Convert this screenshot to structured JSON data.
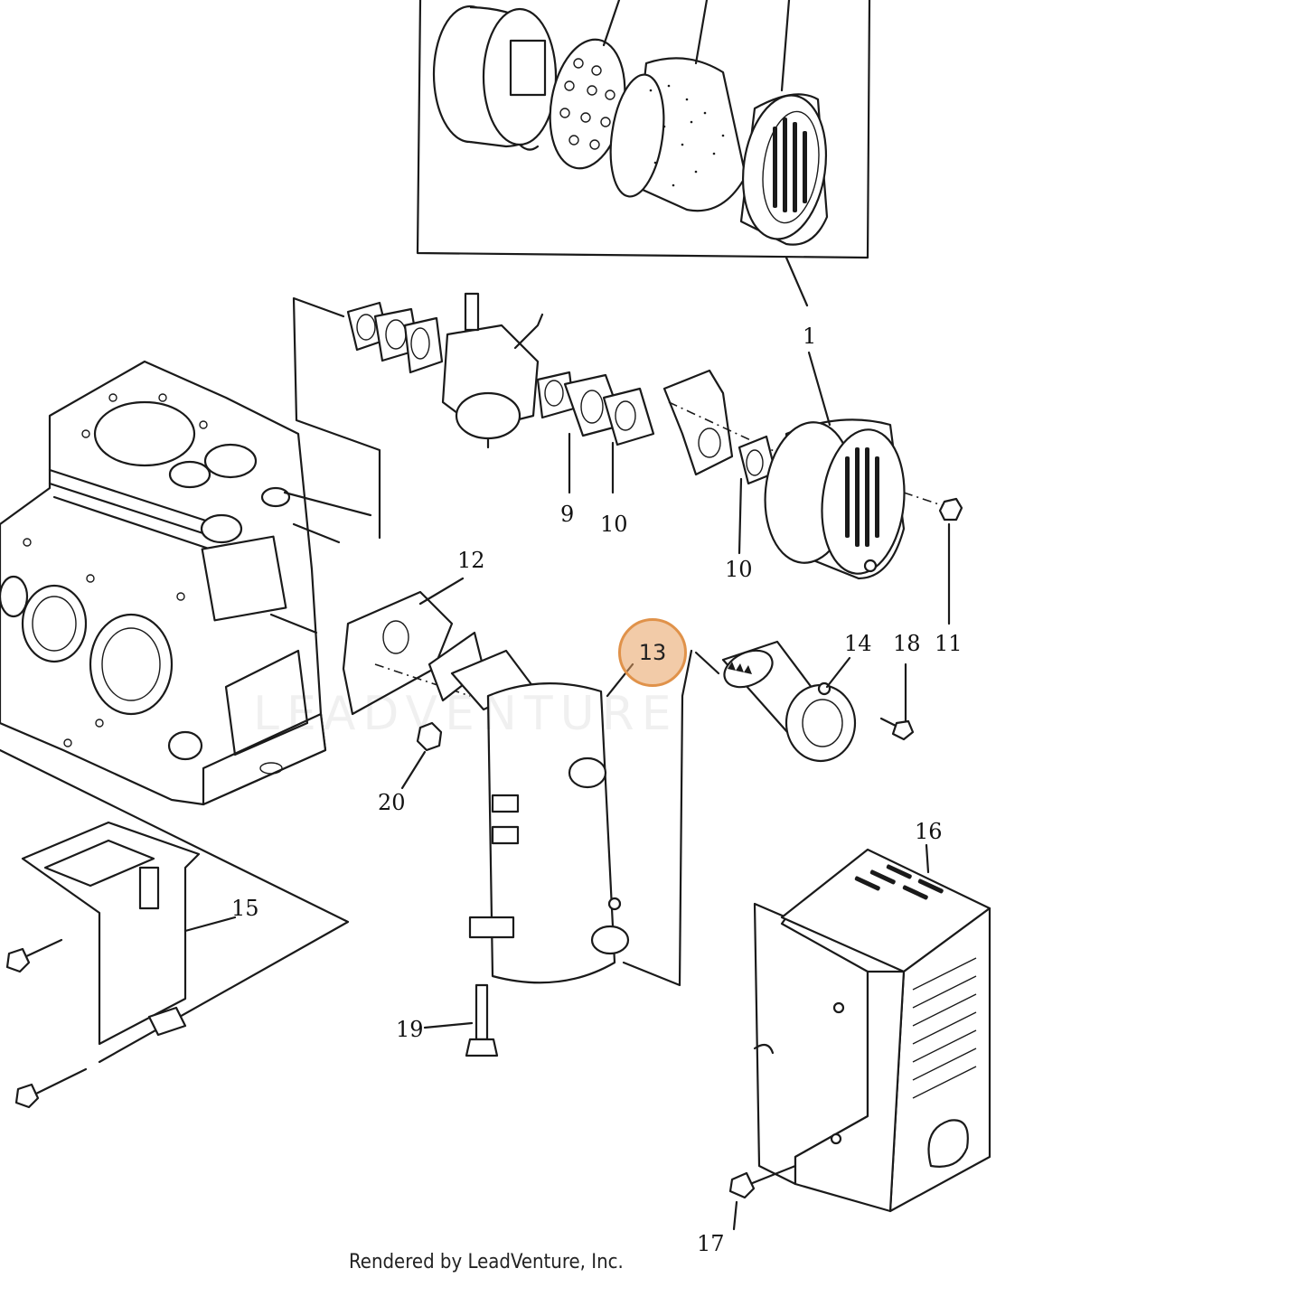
{
  "diagram": {
    "accent_color": "#e0924a",
    "highlighted_part": "13",
    "labels": [
      {
        "id": "1",
        "text": "1"
      },
      {
        "id": "9",
        "text": "9"
      },
      {
        "id": "10a",
        "text": "10"
      },
      {
        "id": "10b",
        "text": "10"
      },
      {
        "id": "11",
        "text": "11"
      },
      {
        "id": "12",
        "text": "12"
      },
      {
        "id": "13",
        "text": "13"
      },
      {
        "id": "14",
        "text": "14"
      },
      {
        "id": "15",
        "text": "15"
      },
      {
        "id": "16",
        "text": "16"
      },
      {
        "id": "17",
        "text": "17"
      },
      {
        "id": "18",
        "text": "18"
      },
      {
        "id": "19",
        "text": "19"
      },
      {
        "id": "20",
        "text": "20"
      }
    ]
  },
  "watermark": {
    "text": "LEADVENTURE"
  },
  "footer": {
    "text": "Rendered by LeadVenture, Inc."
  }
}
